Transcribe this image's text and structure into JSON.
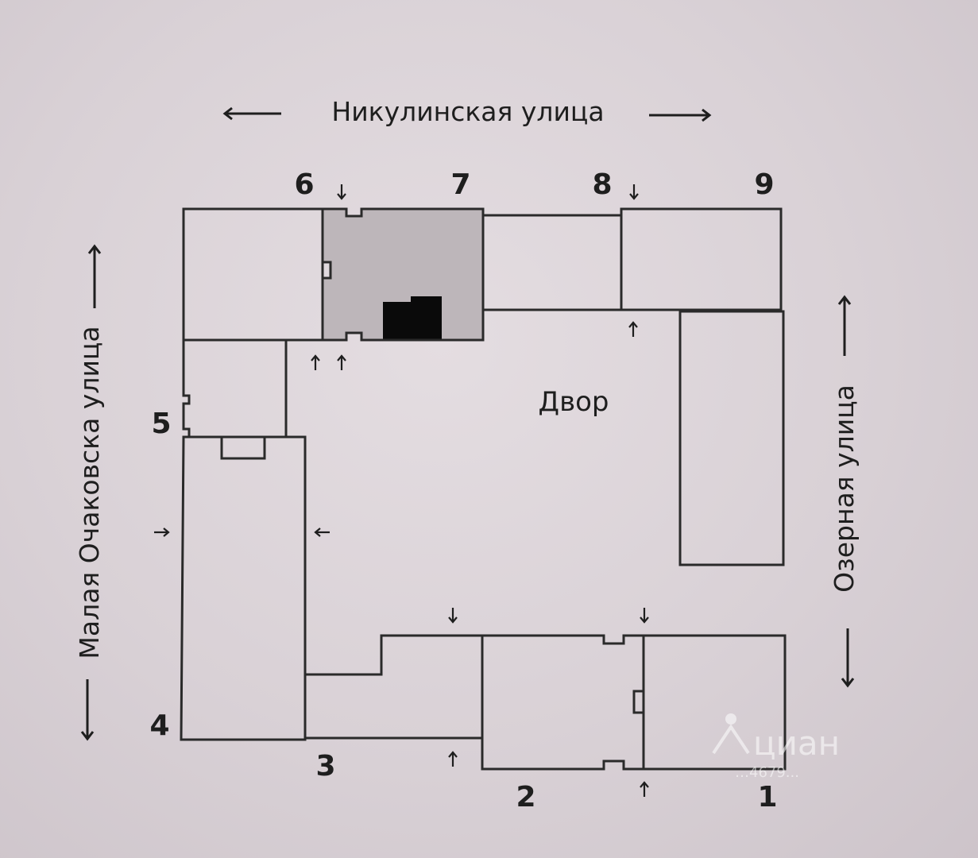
{
  "streets": {
    "north": "Никулинская улица",
    "west": "Малая Очаковска улица",
    "east": "Озерная улица"
  },
  "yard_label": "Двор",
  "building_numbers": [
    "1",
    "2",
    "3",
    "4",
    "5",
    "6",
    "7",
    "8",
    "9"
  ],
  "watermark": {
    "brand": "циан",
    "code": "…4679..."
  },
  "colors": {
    "highlight_building": "#bdb6ba",
    "highlight_block": "#0a0a0a"
  }
}
